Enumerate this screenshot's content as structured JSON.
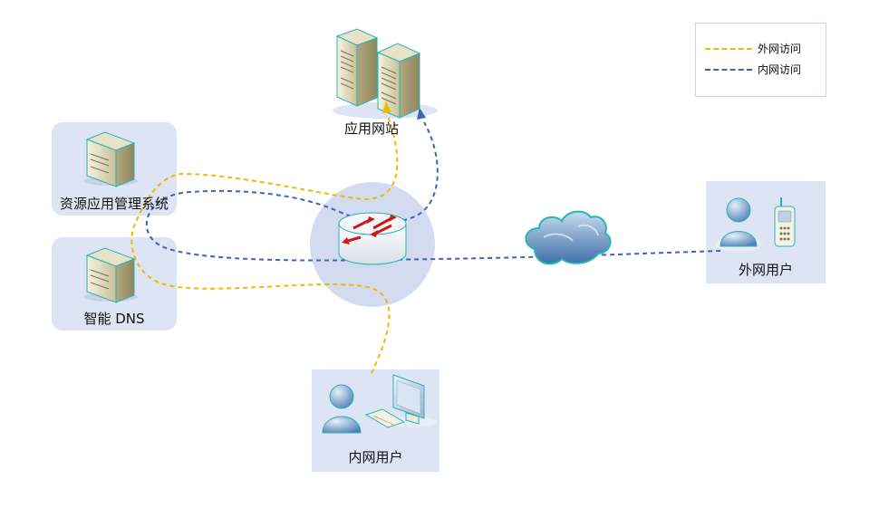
{
  "legend": {
    "items": [
      {
        "label": "外网访问",
        "color": "#f0b800"
      },
      {
        "label": "内网访问",
        "color": "#3e64b3"
      }
    ]
  },
  "nodes": {
    "app_website": "应用网站",
    "resource_mgmt": "资源应用管理系统",
    "smart_dns": "智能 DNS",
    "internet_user": "外网用户",
    "intranet_user": "内网用户"
  },
  "colors": {
    "external_path": "#f0b800",
    "internal_path": "#3e64b3",
    "panel": "#dde4f4",
    "router_disc": "#d3dbf0"
  }
}
